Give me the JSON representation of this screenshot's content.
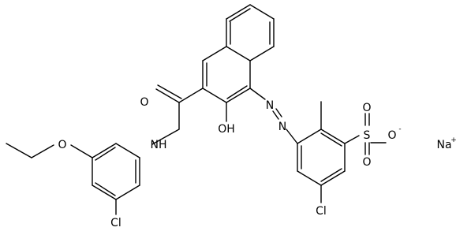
{
  "structure": {
    "labels": {
      "carbonyl_oxygen": "O",
      "amide_nh": "NH",
      "hydroxyl": "OH",
      "ether_oxygen": "O",
      "chloro_left": "Cl",
      "chloro_right": "Cl",
      "azo_n1": "N",
      "azo_n2": "N",
      "sulfur": "S",
      "sulfonyl_o_top": "O",
      "sulfonyl_o_bottom": "O",
      "sulfonate_o": "O",
      "sulfonate_charge": "-",
      "counterion": "Na",
      "counterion_charge": "+"
    }
  }
}
